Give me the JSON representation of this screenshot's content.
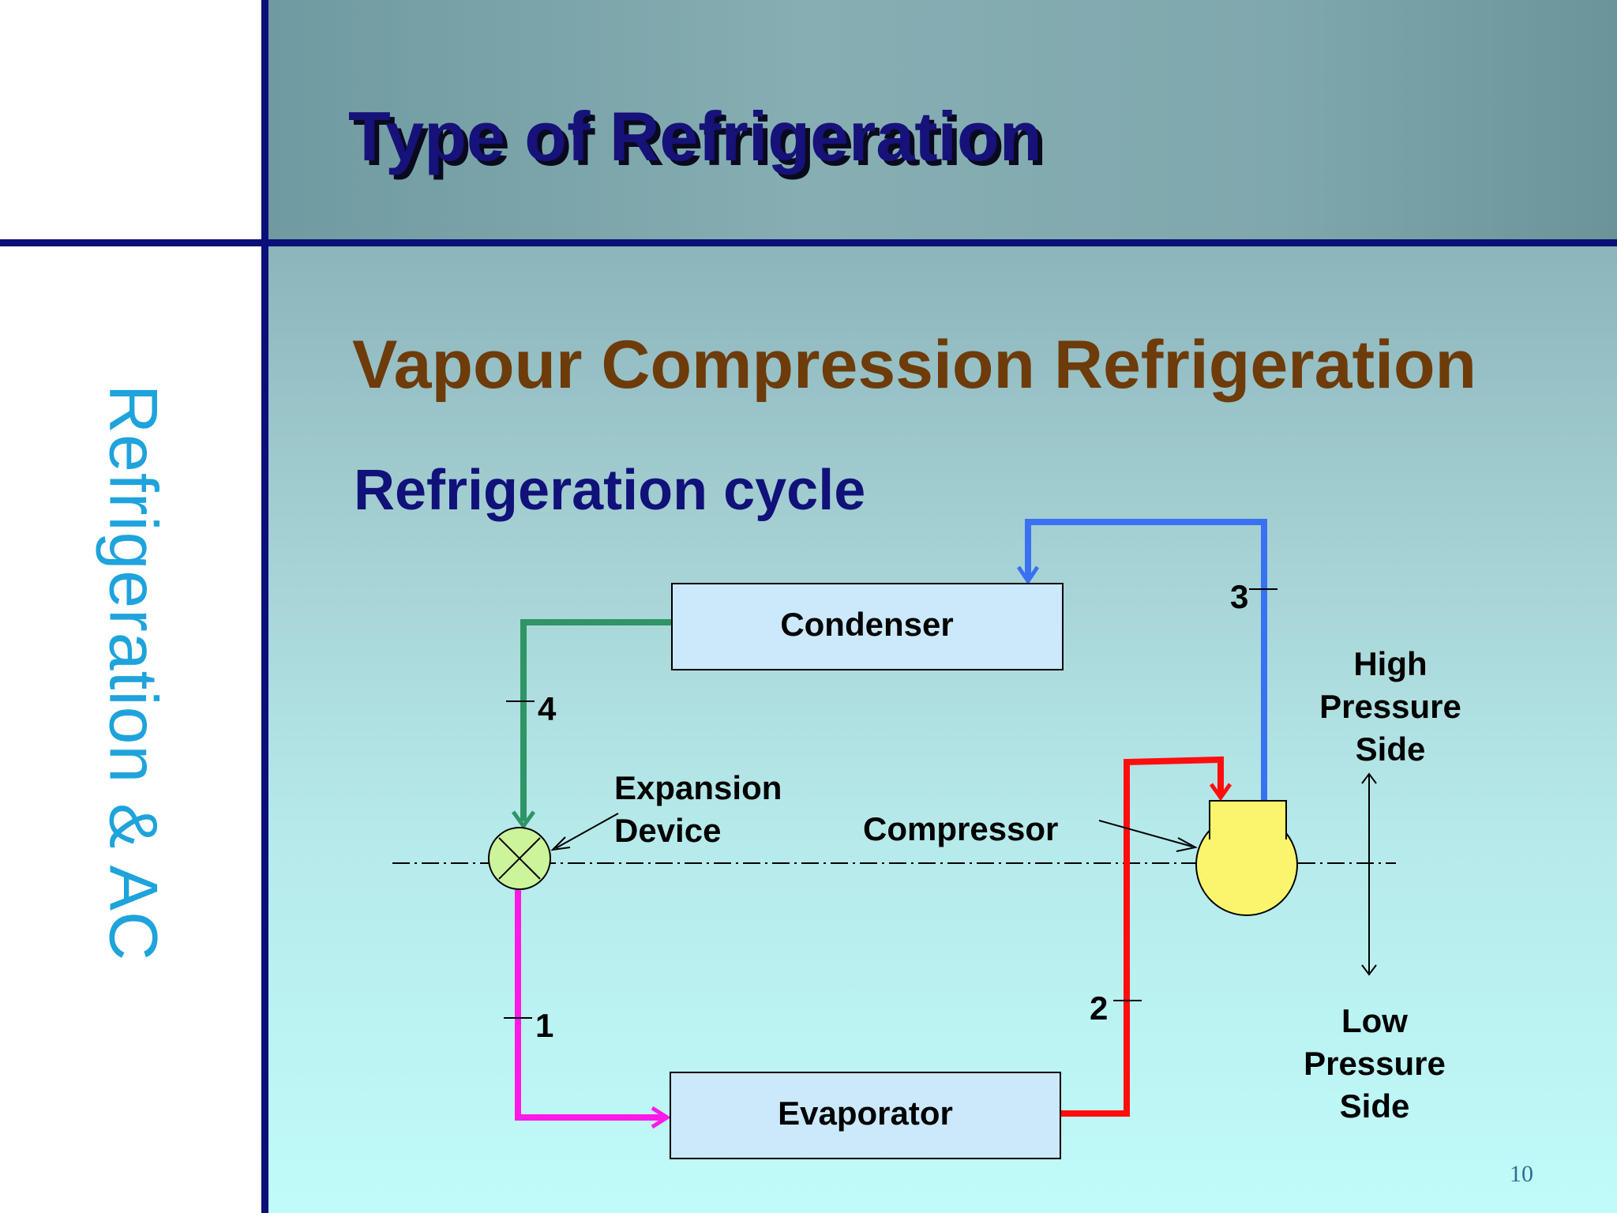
{
  "slide": {
    "side_title": "Refrigeration & AC",
    "title": "Type of Refrigeration",
    "heading": "Vapour Compression Refrigeration",
    "subheading": "Refrigeration cycle",
    "page_number": "10"
  },
  "diagram": {
    "components": {
      "condenser": "Condenser",
      "evaporator": "Evaporator",
      "expansion_line1": "Expansion",
      "expansion_line2": "Device",
      "compressor": "Compressor"
    },
    "state_points": [
      "1",
      "2",
      "3",
      "4"
    ],
    "high_side": [
      "High",
      "Pressure",
      "Side"
    ],
    "low_side": [
      "Low",
      "Pressure",
      "Side"
    ],
    "colors": {
      "line_4_condenser_to_valve": "#2f9466",
      "line_1_valve_to_evaporator": "#ff19e6",
      "line_2_evaporator_to_compressor": "#ff0d0d",
      "line_3_compressor_to_condenser": "#3a70f2",
      "box_fill": "#cbe9fb",
      "compressor_fill": "#fbf56d",
      "valve_fill": "#ccf49a"
    }
  }
}
